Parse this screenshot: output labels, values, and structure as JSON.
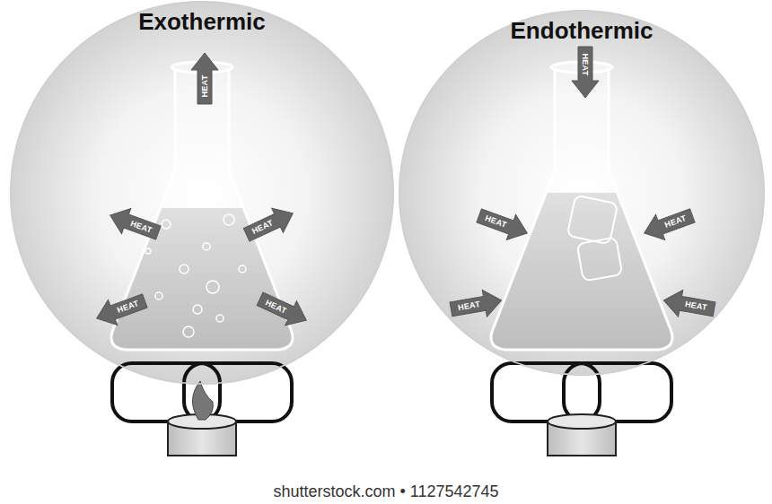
{
  "diagram": {
    "nodes": [
      {
        "text": [
          "Exothermic"
        ]
      },
      {
        "text": [
          "Endothermic"
        ]
      }
    ],
    "labels": [
      "HEAT",
      "HEAT",
      "HEAT",
      "HEAT",
      "HEAT",
      "HEAT",
      "HEAT",
      "HEAT",
      "HEAT",
      "HEAT",
      "shutterstock.com • 1127542745"
    ]
  }
}
